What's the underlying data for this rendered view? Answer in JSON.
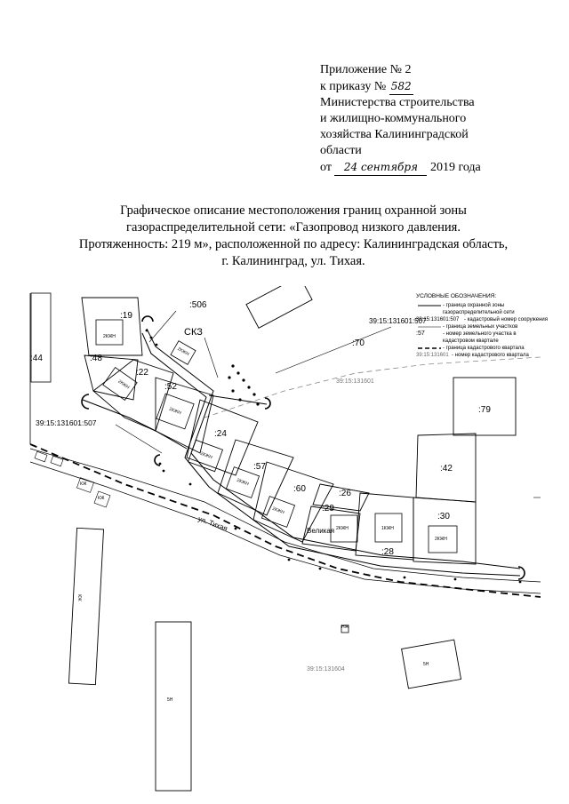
{
  "appendix": {
    "line1": "Приложение № 2",
    "line2_prefix": "к приказу №",
    "order_number": "582",
    "line3": "Министерства строительства",
    "line4": "и жилищно-коммунального",
    "line5": "хозяйства Калининградской",
    "line6": "области",
    "date_prefix": "от",
    "date_handwritten": "24 сентября",
    "date_suffix": "2019 года"
  },
  "title": {
    "line1": "Графическое описание местоположения границ охранной зоны",
    "line2": "газораспределительной сети: «Газопровод низкого давления.",
    "line3": "Протяженность: 219 м», расположенной по адресу: Калининградская область,",
    "line4": "г. Калининград, ул. Тихая."
  },
  "legend": {
    "header": "УСЛОВНЫЕ ОБОЗНАЧЕНИЯ:",
    "items": [
      {
        "text": "- граница охранной зоны газораспределительной сети",
        "sample": ""
      },
      {
        "text": "- кадастровый номер сооружения",
        "sample": "39:15:131601:507"
      },
      {
        "text": "- граница земельных участков",
        "sample": ""
      },
      {
        "text": "- номер земельного участка в кадастровом квартале",
        "sample": ":57"
      },
      {
        "text": "- граница кадастрового квартала",
        "sample": ""
      },
      {
        "text": "- номер кадастрового квартала",
        "sample": "39:15:131601"
      }
    ]
  },
  "map": {
    "cadastral_number_top": "39:15:131601:507",
    "cadastral_number_left": "39:15:131601:507",
    "quarter_1": "39:15:131601",
    "quarter_2": "39:15:131604",
    "parcel_506": ":506",
    "skz": "СКЗ",
    "street": "ул. Тихая",
    "street_name_2": "Великая",
    "parcels": [
      ":19",
      ":48",
      ":22",
      ":52",
      ":24",
      ":57",
      ":60",
      ":26",
      ":29",
      ":28",
      ":30",
      ":42",
      ":79",
      ":70",
      ":44"
    ],
    "building_labels": [
      "2КЖН",
      "2КЖН",
      "2КЖН",
      "2КЖН",
      "2КЖН",
      "2КЖН",
      "2КЖН",
      "1КЖН",
      "2КЖН",
      "2КЖН"
    ],
    "small_labels": [
      "КЖ",
      "КЖ",
      "КЖ",
      "5Н",
      "НЖ",
      "5Н"
    ]
  }
}
